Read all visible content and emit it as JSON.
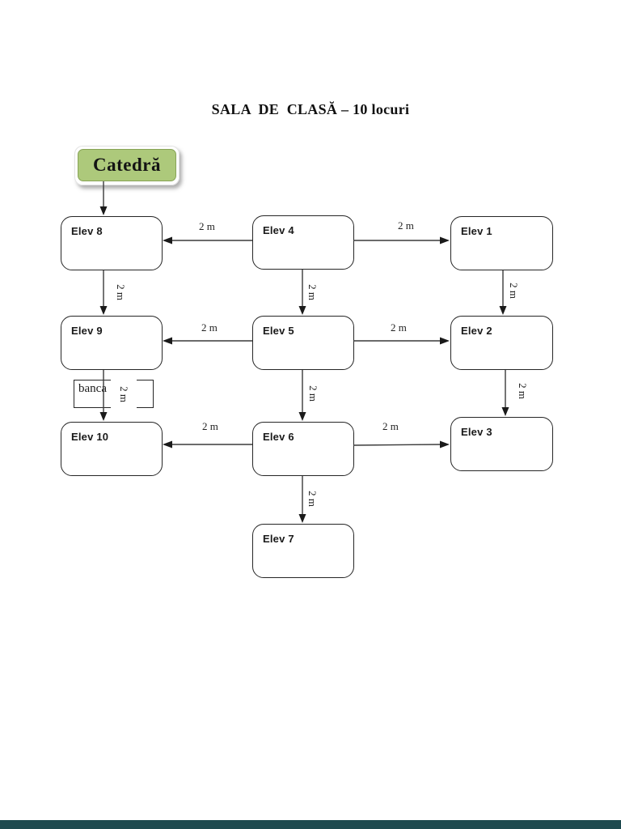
{
  "title": "SALA  DE  CLASĂ – 10 locuri",
  "teacher_desk": {
    "label": "Catedră"
  },
  "bench": {
    "label": "banca"
  },
  "students": [
    {
      "label": "Elev 1"
    },
    {
      "label": "Elev 2"
    },
    {
      "label": "Elev 3"
    },
    {
      "label": "Elev 4"
    },
    {
      "label": "Elev 5"
    },
    {
      "label": "Elev 6"
    },
    {
      "label": "Elev 7"
    },
    {
      "label": "Elev 8"
    },
    {
      "label": "Elev 9"
    },
    {
      "label": "Elev 10"
    }
  ],
  "edges": {
    "unlabeled": [
      {
        "from": "Catedră",
        "to": "Elev 8"
      }
    ],
    "horizontal": [
      {
        "from": "Elev 4",
        "to": "Elev 8",
        "label": "2 m"
      },
      {
        "from": "Elev 4",
        "to": "Elev 1",
        "label": "2 m"
      },
      {
        "from": "Elev 5",
        "to": "Elev 9",
        "label": "2 m"
      },
      {
        "from": "Elev 5",
        "to": "Elev 2",
        "label": "2 m"
      },
      {
        "from": "Elev 6",
        "to": "Elev 10",
        "label": "2 m"
      },
      {
        "from": "Elev 6",
        "to": "Elev 3",
        "label": "2 m"
      }
    ],
    "vertical": [
      {
        "from": "Elev 8",
        "to": "Elev 9",
        "label": "2 m"
      },
      {
        "from": "Elev 4",
        "to": "Elev 5",
        "label": "2 m"
      },
      {
        "from": "Elev 1",
        "to": "Elev 2",
        "label": "2 m"
      },
      {
        "from": "Elev 9",
        "to": "Elev 10",
        "label": "2 m"
      },
      {
        "from": "Elev 5",
        "to": "Elev 6",
        "label": "2 m"
      },
      {
        "from": "Elev 2",
        "to": "Elev 3",
        "label": "2 m"
      },
      {
        "from": "Elev 6",
        "to": "Elev 7",
        "label": "2 m"
      }
    ]
  },
  "colors": {
    "teacher_desk_fill": "#adc97b",
    "teacher_desk_border": "#87a356",
    "box_border": "#262626",
    "arrow_line": "#3a3a3a",
    "bottom_bar": "#1e4a4f"
  }
}
